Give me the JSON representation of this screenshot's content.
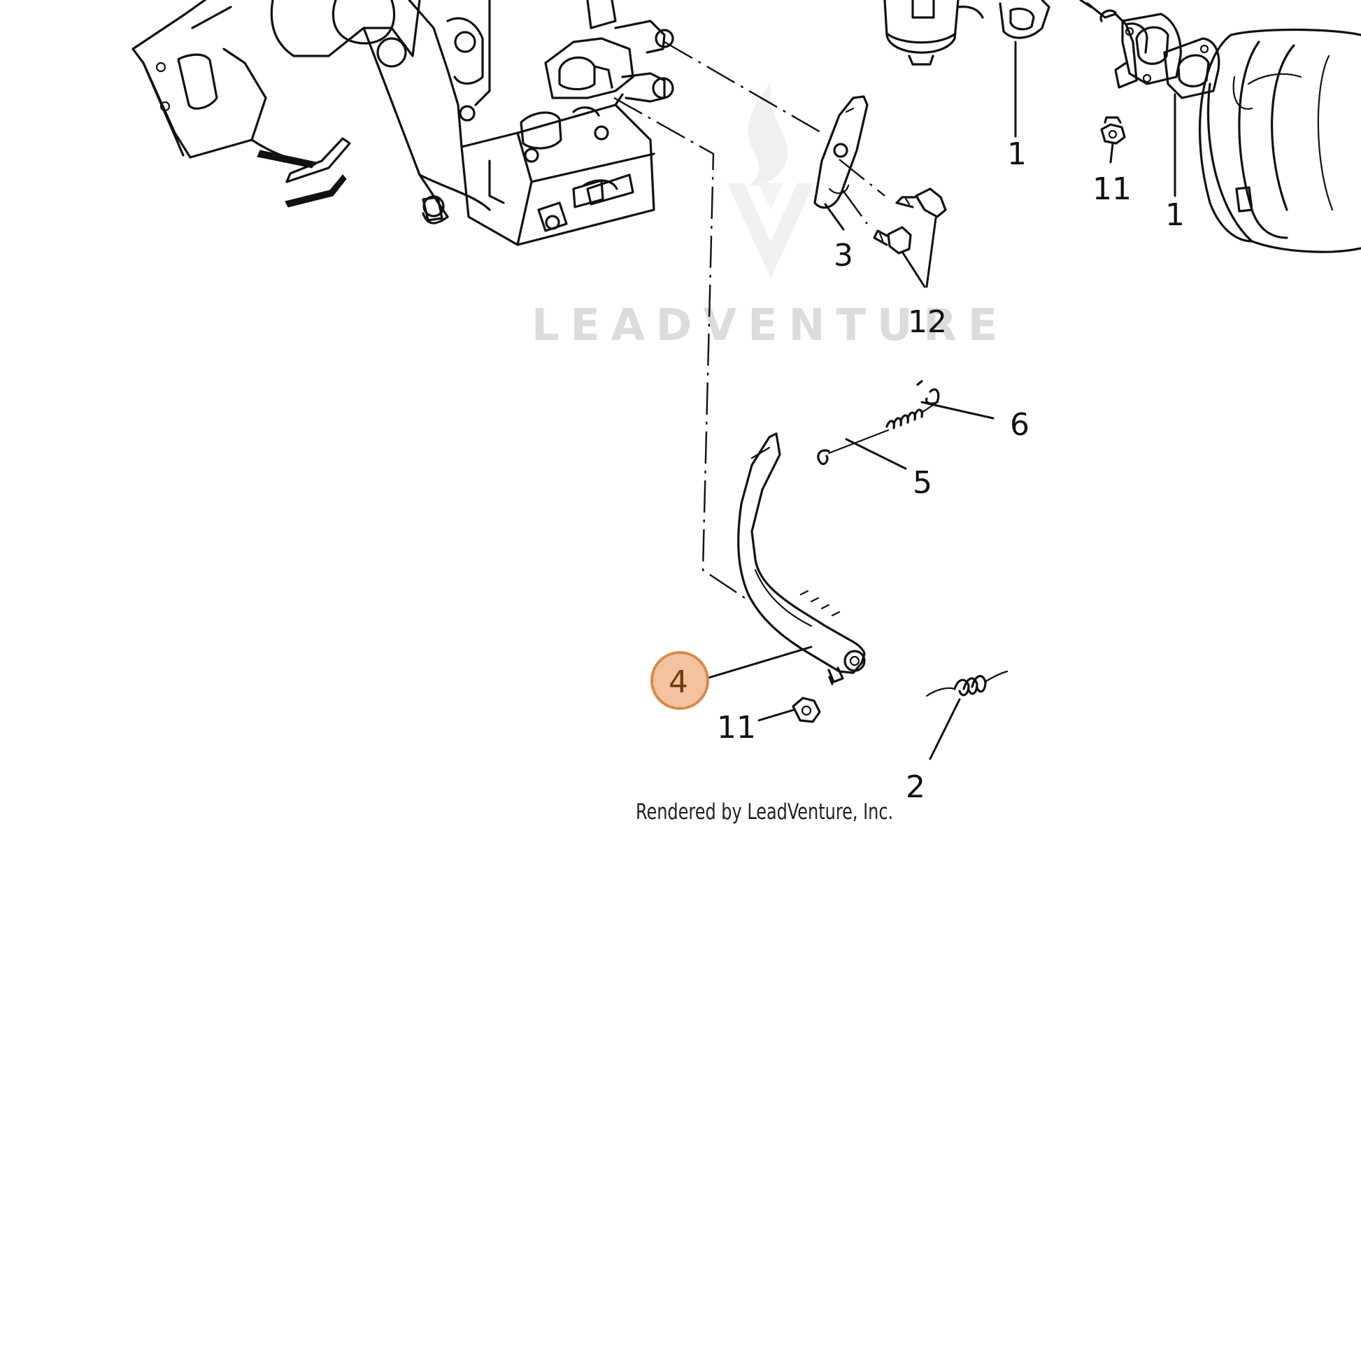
{
  "watermark": {
    "brand": "LEADVENTURE"
  },
  "credit": "Rendered by LeadVenture, Inc.",
  "callouts": [
    {
      "label": "1"
    },
    {
      "label": "11"
    },
    {
      "label": "1"
    },
    {
      "label": "3"
    },
    {
      "label": "12"
    },
    {
      "label": "6"
    },
    {
      "label": "5"
    },
    {
      "label": "4",
      "highlighted": true
    },
    {
      "label": "11"
    },
    {
      "label": "2"
    }
  ],
  "colors": {
    "highlight_fill": "#f3c3a0",
    "highlight_stroke": "#d98a4c",
    "line": "#111111",
    "watermark": "#dcdcdc"
  }
}
